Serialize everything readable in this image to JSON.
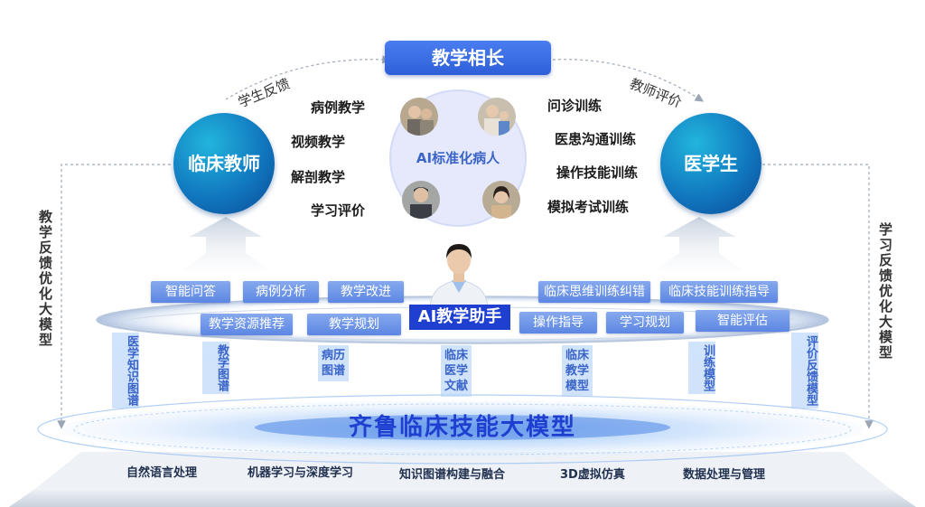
{
  "title": "教学相长",
  "left_arc_label": "学生反馈",
  "right_arc_label": "教师评价",
  "left_circle": "临床教师",
  "right_circle": "医学生",
  "center_label": "AI标准化病人",
  "left_items": [
    "病例教学",
    "视频教学",
    "解剖教学",
    "学习评价"
  ],
  "right_items": [
    "问诊训练",
    "医患沟通训练",
    "操作技能训练",
    "模拟考试训练"
  ],
  "left_side": "教学反馈优化大模型",
  "right_side": "学习反馈优化大模型",
  "assistant_label": "AI教学助手",
  "tags_left_top": [
    "智能问答",
    "病例分析",
    "教学改进"
  ],
  "tags_left_bottom": [
    "教学资源推荐",
    "教学规划"
  ],
  "tags_right_top": [
    "临床思维训练纠错",
    "临床技能训练指导"
  ],
  "tags_right_bottom": [
    "操作指导",
    "学习规划",
    "智能评估"
  ],
  "pillars": [
    "医学知识图谱",
    "教学图谱",
    "病历图谱",
    "临床医学文献",
    "临床教学模型",
    "训练模型",
    "评价反馈模型"
  ],
  "base_title": "齐鲁临床技能大模型",
  "bottom_items": [
    "自然语言处理",
    "机器学习与深度学习",
    "知识图谱构建与融合",
    "3D虚拟仿真",
    "数据处理与管理"
  ],
  "colors": {
    "accent": "#2f5fe0",
    "title_bg": "#3b6fe6",
    "circle_dark": "#0b4fa0",
    "circle_light": "#18a8d6"
  }
}
